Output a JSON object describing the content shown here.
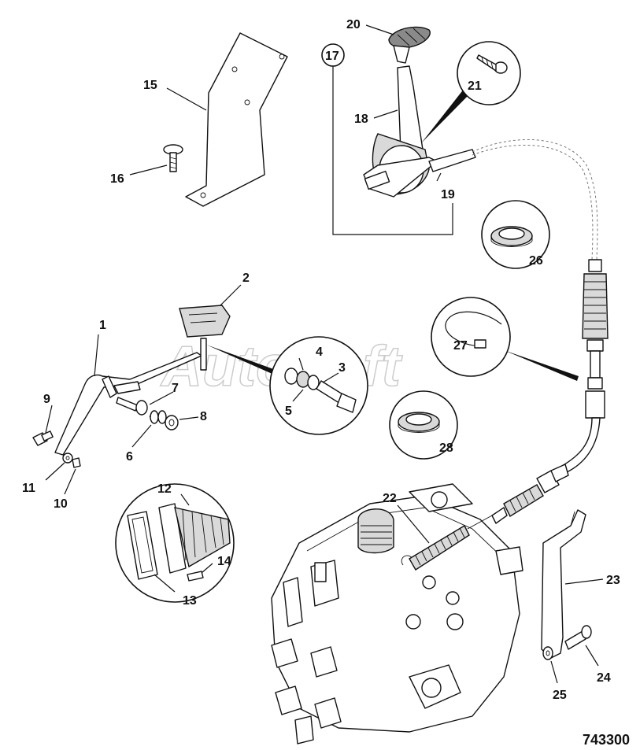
{
  "watermark": "AutoSoft",
  "figure_number": "743300",
  "callouts": {
    "c1": "1",
    "c2": "2",
    "c3": "3",
    "c4": "4",
    "c5": "5",
    "c6": "6",
    "c7": "7",
    "c8": "8",
    "c9": "9",
    "c10": "10",
    "c11": "11",
    "c12": "12",
    "c13": "13",
    "c14": "14",
    "c15": "15",
    "c16": "16",
    "c17": "17",
    "c18": "18",
    "c19": "19",
    "c20": "20",
    "c21": "21",
    "c22": "22",
    "c23": "23",
    "c24": "24",
    "c25": "25",
    "c26": "26",
    "c27": "27",
    "c28": "28"
  }
}
